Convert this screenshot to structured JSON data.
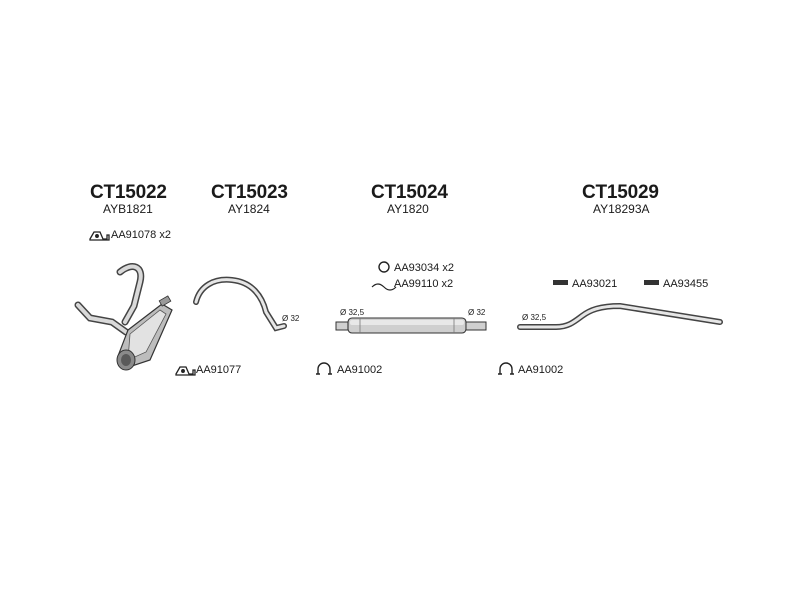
{
  "groups": [
    {
      "code": "CT15022",
      "ref": "AYB1821"
    },
    {
      "code": "CT15023",
      "ref": "AY1824"
    },
    {
      "code": "CT15024",
      "ref": "AY1820"
    },
    {
      "code": "CT15029",
      "ref": "AY18293A"
    }
  ],
  "parts": {
    "clamp_a": "AA91078 x2",
    "clamp_b": "AA91077",
    "ring": "AA93034 x2",
    "spring": "AA99110 x2",
    "u_clamp_1": "AA91002",
    "u_clamp_2": "AA91002",
    "hanger_1": "AA93021",
    "hanger_2": "AA93455"
  },
  "dims": {
    "d1": "Ø 32",
    "d2": "Ø 32,5",
    "d3": "Ø 32",
    "d4": "Ø 32,5"
  }
}
